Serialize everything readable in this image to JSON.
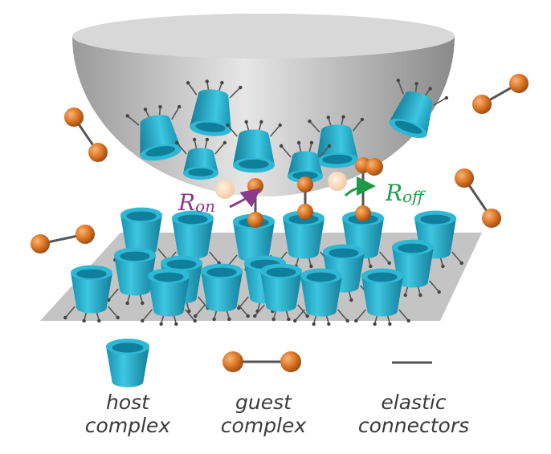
{
  "rates": {
    "on": {
      "main": "R",
      "sub": "on",
      "color": "#8a3a8a"
    },
    "off": {
      "main": "R",
      "sub": "off",
      "color": "#1f9a4a"
    }
  },
  "legend": {
    "host": {
      "line1": "host",
      "line2": "complex"
    },
    "guest": {
      "line1": "guest",
      "line2": "complex"
    },
    "connector": {
      "line1": "elastic",
      "line2": "connectors"
    }
  },
  "colors": {
    "host": "#1fa8c8",
    "guest": "#e07a2a",
    "surface": "#c8c8c8",
    "sphere": "#b8b8b8",
    "connector": "#555555"
  }
}
